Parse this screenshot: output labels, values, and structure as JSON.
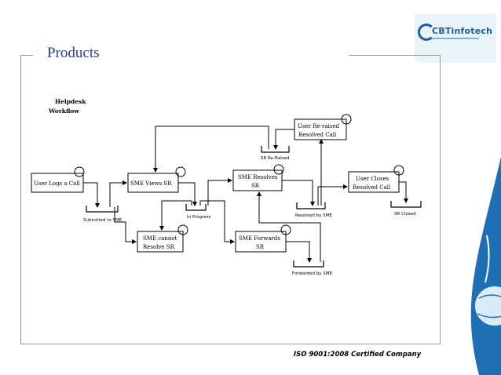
{
  "header": {
    "logo_text": "CBTinfotech",
    "title": "Products"
  },
  "diagram": {
    "heading_line1": "Helpdesk",
    "heading_line2": "Workflow",
    "nodes": {
      "user_logs": "User Logs a Call",
      "sme_views": "SME Views SR",
      "sme_resolves_1": "SME Resolves",
      "sme_resolves_2": "SR",
      "user_reraised_1": "User Re-raised",
      "user_reraised_2": "Resolved Call",
      "user_closes_1": "User Closes",
      "user_closes_2": "Resolved Call",
      "sme_cannot_1": "SME cannot",
      "sme_cannot_2": "Resolve SR",
      "sme_forwards_1": "SME Forwards",
      "sme_forwards_2": "SR"
    },
    "states": {
      "submitted": "Submitted to SME",
      "in_progress": "In Progress",
      "re_raised": "SR Re-Raised",
      "resolved": "Resolved by SME",
      "closed": "SR Closed",
      "forwarded": "Forwarded by SME"
    }
  },
  "footer": {
    "text": "ISO 9001:2008 Certified Company"
  },
  "colors": {
    "title": "#2a3b8f",
    "logo": "#1a5d9c",
    "deco_blue": "#1f6fb5"
  }
}
